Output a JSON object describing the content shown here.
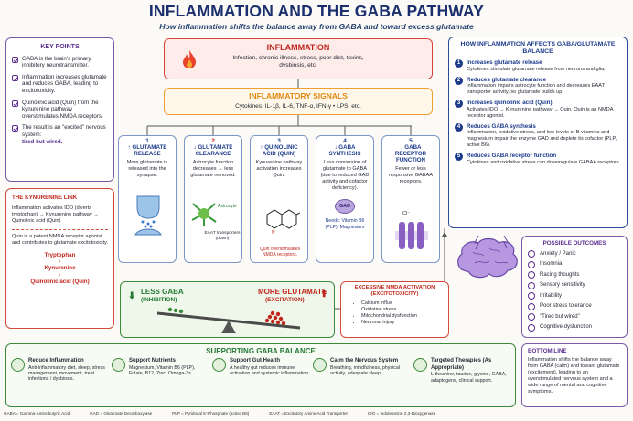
{
  "title": "INFLAMMATION AND THE GABA PATHWAY",
  "subtitle": "How inflammation shifts the balance away from GABA and toward excess glutamate",
  "key_points": {
    "heading": "KEY POINTS",
    "items": [
      "GABA is the brain's primary inhibitory neurotransmitter.",
      "Inflammation increases glutamate and reduces GABA, leading to excitotoxicity.",
      "Quinolinic acid (Quin) from the kynurenine pathway overstimulates NMDA receptors.",
      "The result is an \"excited\" nervous system:"
    ],
    "emphasis": "tired but wired."
  },
  "kynurenine": {
    "heading": "THE KYNURENINE LINK",
    "text1": "Inflammation activates IDO (diverts tryptophan) → Kynurenine pathway → Quinolinic acid (Quin)",
    "text2": "Quin is a potent NMDA receptor agonist and contributes to glutamate excitotoxicity.",
    "chain": [
      "Tryptophan",
      "Kynurenine",
      "Quinolinic acid (Quin)"
    ]
  },
  "inflammation": {
    "heading": "INFLAMMATION",
    "text": "Infection, chronic illness, stress, poor diet, toxins, dysbiosis, etc."
  },
  "signals": {
    "heading": "INFLAMMATORY SIGNALS",
    "text": "Cytokines: IL-1β, IL-6, TNF-α, IFN-γ  •  LPS, etc."
  },
  "columns": [
    {
      "num": "1",
      "title": "↑ GLUTAMATE RELEASE",
      "text": "More glutamate is released into the synapse."
    },
    {
      "num": "2",
      "title": "↓ GLUTAMATE CLEARANCE",
      "text": "Astrocyte function decreases → less glutamate removed.",
      "label_a": "Astrocyte",
      "label_b": "EAAT transporters (down)"
    },
    {
      "num": "3",
      "title": "↑ QUINOLINIC ACID (QUIN)",
      "text": "Kynurenine pathway activation increases Quin.",
      "note": "Quin overstimulates NMDA receptors."
    },
    {
      "num": "4",
      "title": "↓ GABA SYNTHESIS",
      "text": "Less conversion of glutamate to GABA (due to reduced GAD activity and cofactor deficiency).",
      "badge": "GAD",
      "needs": "Needs: Vitamin B6 (PLP), Magnesium"
    },
    {
      "num": "5",
      "title": "↓ GABA RECEPTOR FUNCTION",
      "text": "Fewer or less responsive GABAA receptors.",
      "ion": "Cl⁻"
    }
  ],
  "how": {
    "heading": "HOW INFLAMMATION AFFECTS GABA/GLUTAMATE BALANCE",
    "items": [
      {
        "num": "1",
        "title": "Increases glutamate release",
        "text": "Cytokines stimulate glutamate release from neurons and glia."
      },
      {
        "num": "2",
        "title": "Reduces glutamate clearance",
        "text": "Inflammation impairs astrocyte function and decreases EAAT transporter activity, so glutamate builds up."
      },
      {
        "num": "3",
        "title": "Increases quinolinic acid (Quin)",
        "text": "Activates IDO → Kynurenine pathway → Quin.  Quin is an NMDA receptor agonist."
      },
      {
        "num": "4",
        "title": "Reduces GABA synthesis",
        "text": "Inflammation, oxidative stress, and low levels of B vitamins and magnesium impair the enzyme GAD and deplete its cofactor (PLP, active B6)."
      },
      {
        "num": "5",
        "title": "Reduces GABA receptor function",
        "text": "Cytokines and oxidative stress can downregulate GABAA receptors."
      }
    ]
  },
  "outcomes": {
    "heading": "POSSIBLE OUTCOMES",
    "items": [
      "Anxiety / Panic",
      "Insomnia",
      "Racing thoughts",
      "Sensory sensitivity",
      "Irritability",
      "Poor stress tolerance",
      "\"Tired but wired\"",
      "Cognitive dysfunction"
    ]
  },
  "balance": {
    "left_title": "LESS GABA",
    "left_sub": "(INHIBITION)",
    "right_title": "MORE GLUTAMATE",
    "right_sub": "(EXCITATION)"
  },
  "excess": {
    "heading": "EXCESSIVE NMDA ACTIVATION (EXCITOTOXICITY)",
    "items": [
      "Calcium influx",
      "Oxidative stress",
      "Mitochondrial dysfunction",
      "Neuronal injury"
    ]
  },
  "bottom_line": {
    "heading": "BOTTOM LINE",
    "text": "Inflammation shifts the balance away from GABA (calm) and toward glutamate (excitement), leading to an overstimulated nervous system and a wide range of mental and cognitive symptoms."
  },
  "support": {
    "heading": "SUPPORTING GABA BALANCE",
    "items": [
      {
        "title": "Reduce Inflammation",
        "text": "Anti-inflammatory diet, sleep, stress management, movement, treat infections / dysbiosis."
      },
      {
        "title": "Support Nutrients",
        "text": "Magnesium, Vitamin B6 (PLP), Folate, B12, Zinc, Omega-3s."
      },
      {
        "title": "Support Gut Health",
        "text": "A healthy gut reduces immune activation and systemic inflammation."
      },
      {
        "title": "Calm the Nervous System",
        "text": "Breathing, mindfulness, physical activity, adequate sleep."
      },
      {
        "title": "Targeted Therapies (As Appropriate)",
        "text": "L-theanine, taurine, glycine, GABA, adaptogens, clinical support."
      }
    ]
  },
  "footer": [
    "GABA = Gamma-Aminobutyric Acid",
    "GAD = Glutamate Decarboxylase",
    "PLP = Pyridoxal 5'-Phosphate (active B6)",
    "EAAT = Excitatory Amino Acid Transporter",
    "IDO = Indoleamine 2,3-Dioxygenase"
  ],
  "colors": {
    "navy": "#1b2f6e",
    "red": "#c0261c",
    "green": "#237a33",
    "purple": "#5b2d8e",
    "orange": "#f0a033"
  }
}
